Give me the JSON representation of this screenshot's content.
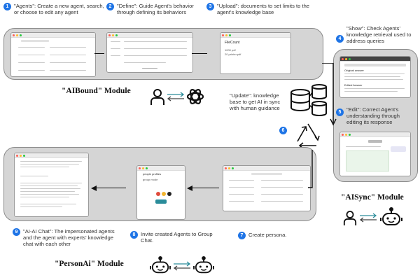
{
  "steps": [
    {
      "num": "1",
      "title": "\"Agents\"",
      "text": ": Create a new agent, search, or choose to edit any agent"
    },
    {
      "num": "2",
      "title": "\"Define\"",
      "text": ": Guide Agent's behavior through defining its behaviors"
    },
    {
      "num": "3",
      "title": "\"Upload\"",
      "text": ": documents to set limits to the agent's knowledge base"
    },
    {
      "num": "4",
      "title": "\"Show\"",
      "text": ": Check Agents' knowledge retrieval used to address queries"
    },
    {
      "num": "5",
      "title": "\"Edit\"",
      "text": ": Correct Agent's understanding through editing its response"
    },
    {
      "num": "6",
      "title": "\"Update\"",
      "text": ": knowledge base to get AI in sync with human guidance"
    },
    {
      "num": "7",
      "title": "",
      "text": "Create persona."
    },
    {
      "num": "8",
      "title": "",
      "text": "Invite created Agents to Group Chat."
    },
    {
      "num": "9",
      "title": "\"AI-AI Chat\"",
      "text": ": The impersonated agents and the agent with experts' knowledge chat with each other"
    }
  ],
  "modules": {
    "aibound": "\"AIBound\" Module",
    "aisync": "\"AISync\" Module",
    "personai": "\"PersonAi\" Module"
  },
  "screens": {
    "upload_title": "FileCount",
    "upload_file1": "1000 pdf",
    "upload_file2": "20 printer.pdf",
    "group_title": "people profiles",
    "group_sub": "group mode",
    "original_answer": "Original answer",
    "edited_answer": "Edited Answer"
  },
  "colors": {
    "step_badge": "#1e74e6",
    "panel": "#d5d5d5",
    "win_close": "#ff5f57",
    "win_min": "#febc2e",
    "win_max": "#28c840"
  },
  "icons": [
    "user-icon",
    "openai-logo-icon",
    "robot-icon",
    "database-icon",
    "sync-cycle-icon"
  ]
}
